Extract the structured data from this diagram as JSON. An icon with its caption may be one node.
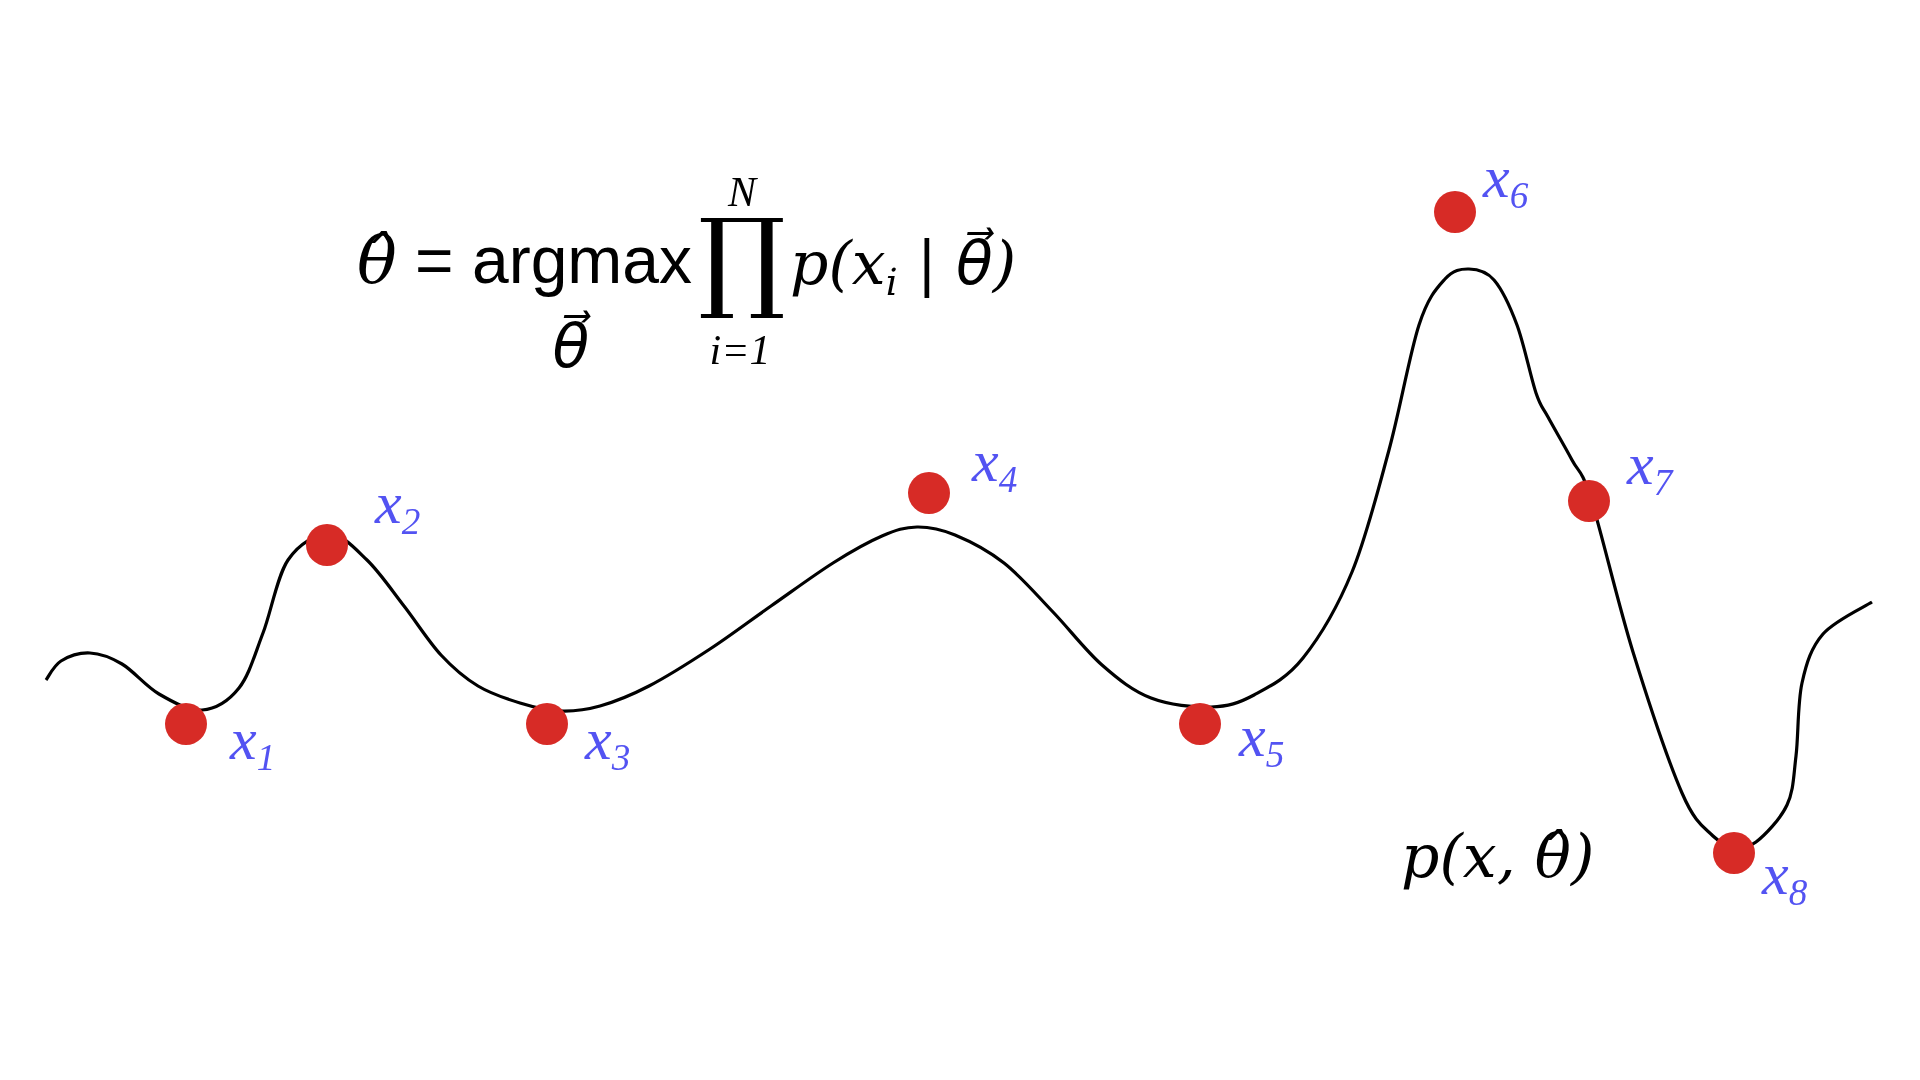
{
  "diagram": {
    "labels": [
      "*θ̂* = argmax",
      "θ⃗",
      "N",
      "∏",
      "i=1",
      "p(x$_{i}$ | θ⃗)",
      "x$_{1}$",
      "x$_{2}$",
      "x$_{3}$",
      "x$_{4}$",
      "x$_{5}$",
      "x$_{6}$",
      "x$_{7}$",
      "x$_{8}$",
      "p(x, θ̂)"
    ]
  }
}
